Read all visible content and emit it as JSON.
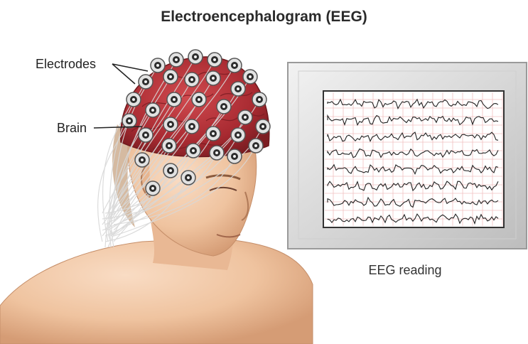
{
  "title": "Electroencephalogram (EEG)",
  "labels": {
    "electrodes": "Electrodes",
    "brain": "Brain"
  },
  "monitor": {
    "caption": "EEG reading",
    "channel_count": 8
  },
  "colors": {
    "skin": "#f4cfb0",
    "skin_shadow": "#d9a27c",
    "brain": "#b7343a",
    "electrode": "#d8d8d8",
    "monitor_frame": "#dcdcdc",
    "grid_line": "#f0b8b8",
    "trace": "#222222"
  },
  "icons": [
    "electrode-icon"
  ]
}
